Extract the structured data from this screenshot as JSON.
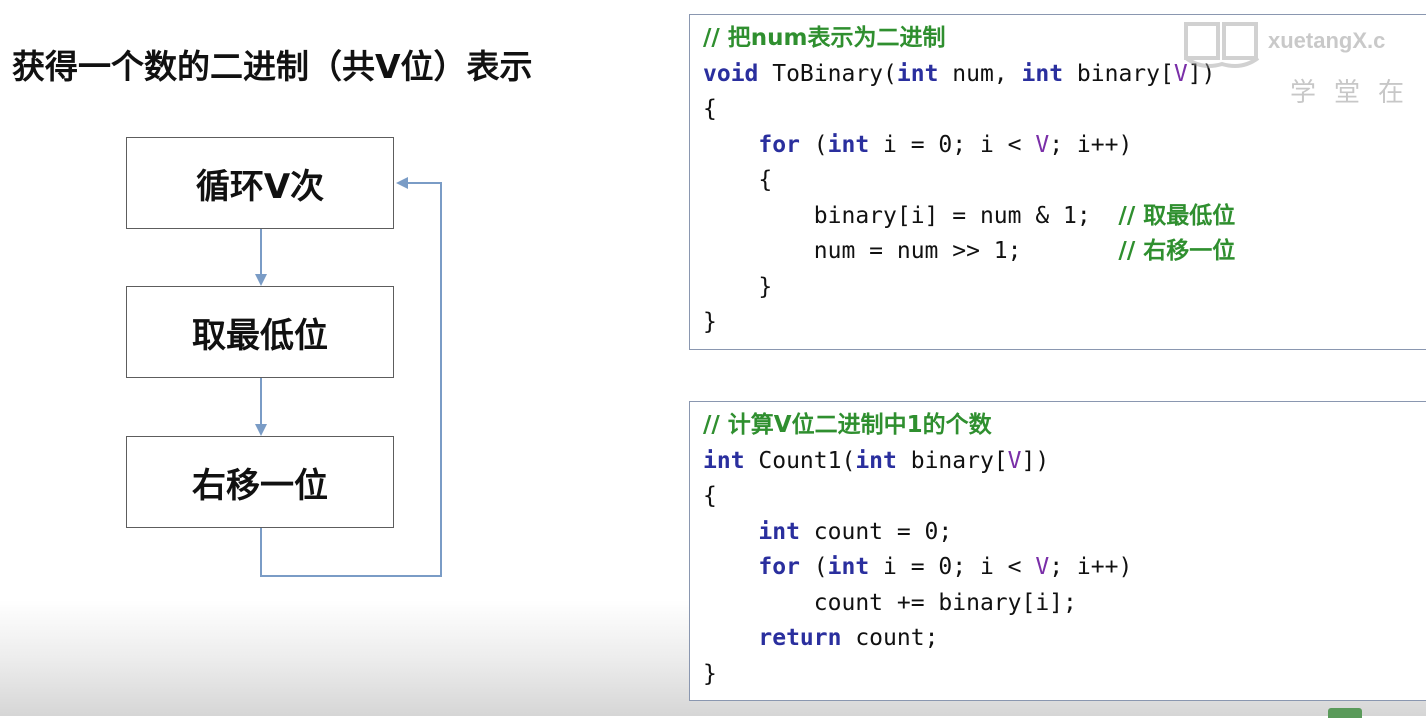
{
  "title": "获得一个数的二进制（共V位）表示",
  "flowchart": {
    "steps": [
      "循环V次",
      "取最低位",
      "右移一位"
    ]
  },
  "code1": {
    "lines": [
      [
        {
          "t": "// 把num表示为二进制",
          "c": "cm"
        }
      ],
      [
        {
          "t": "void",
          "c": "kw"
        },
        {
          "t": " ToBinary(",
          "c": ""
        },
        {
          "t": "int",
          "c": "kw"
        },
        {
          "t": " num, ",
          "c": ""
        },
        {
          "t": "int",
          "c": "kw"
        },
        {
          "t": " binary[",
          "c": ""
        },
        {
          "t": "V",
          "c": "mac"
        },
        {
          "t": "])",
          "c": ""
        }
      ],
      [
        {
          "t": "{",
          "c": ""
        }
      ],
      [
        {
          "t": "    ",
          "c": ""
        },
        {
          "t": "for",
          "c": "kw"
        },
        {
          "t": " (",
          "c": ""
        },
        {
          "t": "int",
          "c": "kw"
        },
        {
          "t": " i = 0; i < ",
          "c": ""
        },
        {
          "t": "V",
          "c": "mac"
        },
        {
          "t": "; i++)",
          "c": ""
        }
      ],
      [
        {
          "t": "    {",
          "c": ""
        }
      ],
      [
        {
          "t": "        binary[i] = num & 1;  ",
          "c": ""
        },
        {
          "t": "// 取最低位",
          "c": "cm"
        }
      ],
      [
        {
          "t": "        num = num >> 1;       ",
          "c": ""
        },
        {
          "t": "// 右移一位",
          "c": "cm"
        }
      ],
      [
        {
          "t": "    }",
          "c": ""
        }
      ],
      [
        {
          "t": "}",
          "c": ""
        }
      ]
    ]
  },
  "code2": {
    "lines": [
      [
        {
          "t": "// 计算V位二进制中1的个数",
          "c": "cm"
        }
      ],
      [
        {
          "t": "int",
          "c": "kw"
        },
        {
          "t": " Count1(",
          "c": ""
        },
        {
          "t": "int",
          "c": "kw"
        },
        {
          "t": " binary[",
          "c": ""
        },
        {
          "t": "V",
          "c": "mac"
        },
        {
          "t": "])",
          "c": ""
        }
      ],
      [
        {
          "t": "{",
          "c": ""
        }
      ],
      [
        {
          "t": "    ",
          "c": ""
        },
        {
          "t": "int",
          "c": "kw"
        },
        {
          "t": " count = 0;",
          "c": ""
        }
      ],
      [
        {
          "t": "    ",
          "c": ""
        },
        {
          "t": "for",
          "c": "kw"
        },
        {
          "t": " (",
          "c": ""
        },
        {
          "t": "int",
          "c": "kw"
        },
        {
          "t": " i = 0; i < ",
          "c": ""
        },
        {
          "t": "V",
          "c": "mac"
        },
        {
          "t": "; i++)",
          "c": ""
        }
      ],
      [
        {
          "t": "        count += binary[i];",
          "c": ""
        }
      ],
      [
        {
          "t": "    ",
          "c": ""
        },
        {
          "t": "return",
          "c": "kw"
        },
        {
          "t": " count;",
          "c": ""
        }
      ],
      [
        {
          "t": "}",
          "c": ""
        }
      ]
    ]
  },
  "watermark": {
    "brand": "xuetangX.c",
    "sub": "学堂在"
  },
  "colors": {
    "keyword": "#2a2f9e",
    "comment": "#2f8f2f",
    "macro": "#7a2fa8",
    "arrow": "#7a9cc6"
  }
}
